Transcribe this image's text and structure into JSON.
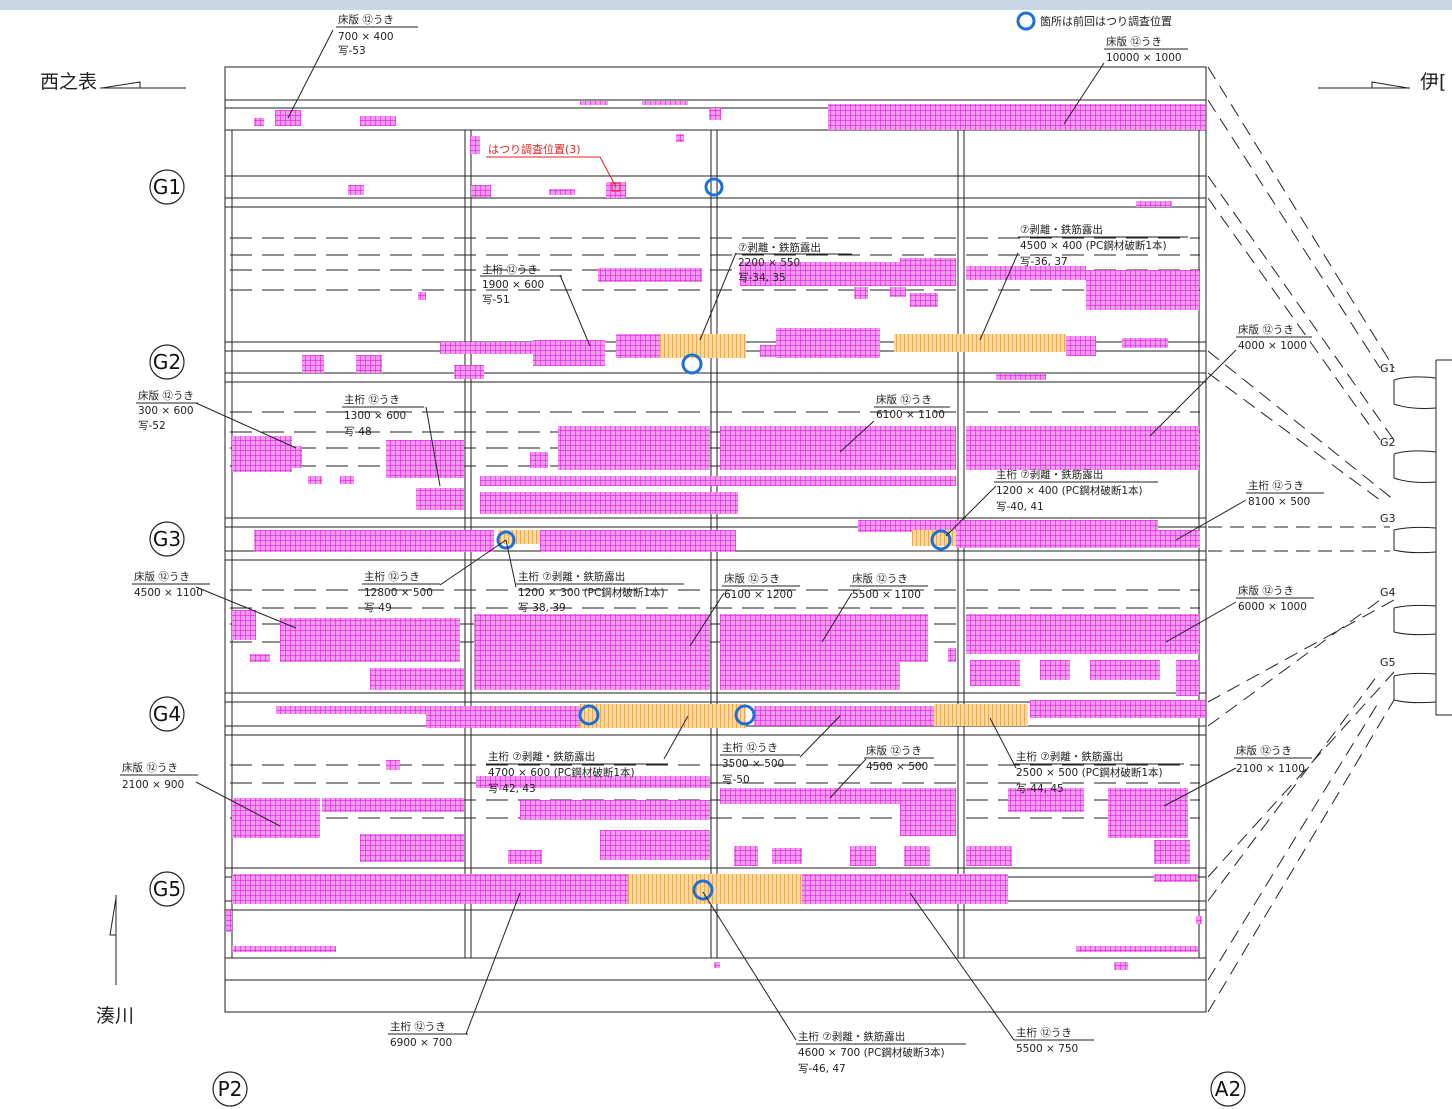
{
  "legend": {
    "circle_color": "#1e6fd6",
    "text": "箇所は前回はつり調査位置"
  },
  "places": {
    "west": "西之表",
    "east": "伊[",
    "river": "湊川",
    "pier": "P2",
    "abutment": "A2"
  },
  "girders": [
    "G1",
    "G2",
    "G3",
    "G4",
    "G5"
  ],
  "section_labels": [
    "G1",
    "G2",
    "G3",
    "G4",
    "G5"
  ],
  "red_note": "はつり調査位置(3)",
  "colors": {
    "lifting": "#e61ee6",
    "spalling": "#f0a030",
    "line": "#222222",
    "circle": "#1e6fd6"
  },
  "annotations": [
    {
      "id": "a1",
      "l1": "床版 ⑫うき",
      "l2": "700 × 400",
      "l3": "写-53"
    },
    {
      "id": "a2",
      "l1": "床版 ⑫うき",
      "l2": "10000 × 1000",
      "l3": ""
    },
    {
      "id": "a3",
      "l1": "⑦剥離・鉄筋露出",
      "l2": "2200 × 550",
      "l3": "写-34, 35"
    },
    {
      "id": "a4",
      "l1": "⑦剥離・鉄筋露出",
      "l2": "4500 × 400 (PC鋼材破断1本)",
      "l3": "写-36, 37"
    },
    {
      "id": "a5",
      "l1": "主桁 ⑫うき",
      "l2": "1900 × 600",
      "l3": "写-51"
    },
    {
      "id": "a6",
      "l1": "床版 ⑫うき",
      "l2": "4000 × 1000",
      "l3": ""
    },
    {
      "id": "a7",
      "l1": "床版 ⑫うき",
      "l2": "300 × 600",
      "l3": "写-52"
    },
    {
      "id": "a8",
      "l1": "主桁 ⑫うき",
      "l2": "1300 × 600",
      "l3": "写-48"
    },
    {
      "id": "a9",
      "l1": "床版 ⑫うき",
      "l2": "6100 × 1100",
      "l3": ""
    },
    {
      "id": "a10",
      "l1": "主桁 ⑦剥離・鉄筋露出",
      "l2": "1200 × 400 (PC鋼材破断1本)",
      "l3": "写-40, 41"
    },
    {
      "id": "a11",
      "l1": "主桁 ⑫うき",
      "l2": "8100 × 500",
      "l3": ""
    },
    {
      "id": "a12",
      "l1": "床版 ⑫うき",
      "l2": "4500 × 1100",
      "l3": ""
    },
    {
      "id": "a13",
      "l1": "主桁 ⑫うき",
      "l2": "12800 × 500",
      "l3": "写-49"
    },
    {
      "id": "a14",
      "l1": "主桁 ⑦剥離・鉄筋露出",
      "l2": "1200 × 300 (PC鋼材破断1本)",
      "l3": "写-38, 39"
    },
    {
      "id": "a15",
      "l1": "床版 ⑫うき",
      "l2": "6100 × 1200",
      "l3": ""
    },
    {
      "id": "a16",
      "l1": "床版 ⑫うき",
      "l2": "5500 × 1100",
      "l3": ""
    },
    {
      "id": "a17",
      "l1": "床版 ⑫うき",
      "l2": "6000 × 1000",
      "l3": ""
    },
    {
      "id": "a18",
      "l1": "主桁 ⑦剥離・鉄筋露出",
      "l2": "4700 × 600 (PC鋼材破断1本)",
      "l3": "写-42, 43"
    },
    {
      "id": "a19",
      "l1": "主桁 ⑫うき",
      "l2": "3500 × 500",
      "l3": "写-50"
    },
    {
      "id": "a20",
      "l1": "床版 ⑫うき",
      "l2": "4500 × 500",
      "l3": ""
    },
    {
      "id": "a21",
      "l1": "主桁 ⑦剥離・鉄筋露出",
      "l2": "2500 × 500 (PC鋼材破断1本)",
      "l3": "写-44, 45"
    },
    {
      "id": "a22",
      "l1": "床版 ⑫うき",
      "l2": "2100 × 1100",
      "l3": ""
    },
    {
      "id": "a23",
      "l1": "床版 ⑫うき",
      "l2": "2100 × 900",
      "l3": ""
    },
    {
      "id": "a24",
      "l1": "主桁 ⑫うき",
      "l2": "6900 × 700",
      "l3": ""
    },
    {
      "id": "a25",
      "l1": "主桁 ⑦剥離・鉄筋露出",
      "l2": "4600 × 700 (PC鋼材破断3本)",
      "l3": "写-46, 47"
    },
    {
      "id": "a26",
      "l1": "主桁 ⑫うき",
      "l2": "5500 × 750",
      "l3": ""
    }
  ]
}
